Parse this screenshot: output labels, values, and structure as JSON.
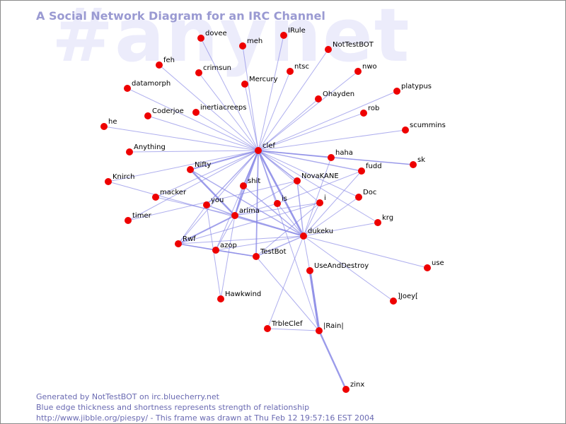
{
  "watermark": "#anynet",
  "title": "A Social Network Diagram for an IRC Channel",
  "footer": {
    "line1": "Generated by NotTestBOT on irc.bluecherry.net",
    "line2": "Blue edge thickness and shortness represents strength of relationship",
    "line3": "http://www.jibble.org/piespy/ - This frame was drawn at Thu Feb 12 19:57:16 EST 2004"
  },
  "colors": {
    "node": "#ee0000",
    "edge": "#8888e6",
    "title": "#9a9ad2",
    "footer": "#6a6ab2",
    "watermark": "#ececfb"
  },
  "nodes": [
    {
      "id": "dovee",
      "label": "dovee"
    },
    {
      "id": "meh",
      "label": "meh"
    },
    {
      "id": "iRule",
      "label": "IRule"
    },
    {
      "id": "NotTestBOT",
      "label": "NotTestBOT"
    },
    {
      "id": "feh",
      "label": "feh"
    },
    {
      "id": "crimsun",
      "label": "crimsun"
    },
    {
      "id": "ntsc",
      "label": "ntsc"
    },
    {
      "id": "nwo",
      "label": "nwo"
    },
    {
      "id": "datamorph",
      "label": "datamorph"
    },
    {
      "id": "Mercury",
      "label": "Mercury"
    },
    {
      "id": "platypus",
      "label": "platypus"
    },
    {
      "id": "Ohayden",
      "label": "Ohayden"
    },
    {
      "id": "he",
      "label": "he"
    },
    {
      "id": "Coderjoe",
      "label": "Coderjoe"
    },
    {
      "id": "inertiacreeps",
      "label": "inertiacreeps"
    },
    {
      "id": "rob",
      "label": "rob"
    },
    {
      "id": "scummins",
      "label": "scummins"
    },
    {
      "id": "Anything",
      "label": "Anything"
    },
    {
      "id": "clef",
      "label": "clef"
    },
    {
      "id": "haha",
      "label": "haha"
    },
    {
      "id": "sk",
      "label": "sk"
    },
    {
      "id": "Knirch",
      "label": "Knirch"
    },
    {
      "id": "Nifty",
      "label": "Nifty"
    },
    {
      "id": "fudd",
      "label": "fudd"
    },
    {
      "id": "shit",
      "label": "shit"
    },
    {
      "id": "NovaKANE",
      "label": "NovaKANE"
    },
    {
      "id": "macker",
      "label": "macker"
    },
    {
      "id": "Doc",
      "label": "Doc"
    },
    {
      "id": "you",
      "label": "you"
    },
    {
      "id": "is",
      "label": "is"
    },
    {
      "id": "i",
      "label": "i"
    },
    {
      "id": "timer",
      "label": "timer"
    },
    {
      "id": "arima",
      "label": "arima"
    },
    {
      "id": "krg",
      "label": "krg"
    },
    {
      "id": "Rwf",
      "label": "Rwf"
    },
    {
      "id": "dukeku",
      "label": "dukeku"
    },
    {
      "id": "azop",
      "label": "azop"
    },
    {
      "id": "TestBot",
      "label": "TestBot"
    },
    {
      "id": "use",
      "label": "use"
    },
    {
      "id": "UseAndDestroy",
      "label": "UseAndDestroy"
    },
    {
      "id": "Hawkwind",
      "label": "Hawkwind"
    },
    {
      "id": "Joey",
      "label": "]Joey["
    },
    {
      "id": "TrbleClef",
      "label": "TrbleClef"
    },
    {
      "id": "Rain",
      "label": "|Rain|"
    },
    {
      "id": "zinx",
      "label": "zinx"
    }
  ],
  "edges": [
    {
      "a": "clef",
      "b": "dovee",
      "strength": 1
    },
    {
      "a": "clef",
      "b": "meh",
      "strength": 1
    },
    {
      "a": "clef",
      "b": "iRule",
      "strength": 1
    },
    {
      "a": "clef",
      "b": "NotTestBOT",
      "strength": 1
    },
    {
      "a": "clef",
      "b": "feh",
      "strength": 1
    },
    {
      "a": "clef",
      "b": "crimsun",
      "strength": 1
    },
    {
      "a": "clef",
      "b": "ntsc",
      "strength": 1
    },
    {
      "a": "clef",
      "b": "nwo",
      "strength": 1
    },
    {
      "a": "clef",
      "b": "datamorph",
      "strength": 1
    },
    {
      "a": "clef",
      "b": "Mercury",
      "strength": 1
    },
    {
      "a": "clef",
      "b": "platypus",
      "strength": 1
    },
    {
      "a": "clef",
      "b": "Ohayden",
      "strength": 1
    },
    {
      "a": "clef",
      "b": "he",
      "strength": 1
    },
    {
      "a": "clef",
      "b": "Coderjoe",
      "strength": 1
    },
    {
      "a": "clef",
      "b": "inertiacreeps",
      "strength": 1
    },
    {
      "a": "clef",
      "b": "rob",
      "strength": 1
    },
    {
      "a": "clef",
      "b": "scummins",
      "strength": 1
    },
    {
      "a": "clef",
      "b": "Anything",
      "strength": 1
    },
    {
      "a": "clef",
      "b": "haha",
      "strength": 1.6
    },
    {
      "a": "clef",
      "b": "sk",
      "strength": 1.4
    },
    {
      "a": "clef",
      "b": "Knirch",
      "strength": 1
    },
    {
      "a": "clef",
      "b": "Nifty",
      "strength": 2
    },
    {
      "a": "clef",
      "b": "fudd",
      "strength": 1.4
    },
    {
      "a": "clef",
      "b": "shit",
      "strength": 1.8
    },
    {
      "a": "clef",
      "b": "NovaKANE",
      "strength": 1.6
    },
    {
      "a": "clef",
      "b": "macker",
      "strength": 1
    },
    {
      "a": "clef",
      "b": "Doc",
      "strength": 1
    },
    {
      "a": "clef",
      "b": "you",
      "strength": 1.4
    },
    {
      "a": "clef",
      "b": "is",
      "strength": 1.4
    },
    {
      "a": "clef",
      "b": "i",
      "strength": 1
    },
    {
      "a": "clef",
      "b": "timer",
      "strength": 1
    },
    {
      "a": "clef",
      "b": "arima",
      "strength": 2.2
    },
    {
      "a": "clef",
      "b": "krg",
      "strength": 1
    },
    {
      "a": "clef",
      "b": "Rwf",
      "strength": 1
    },
    {
      "a": "clef",
      "b": "dukeku",
      "strength": 2.6
    },
    {
      "a": "clef",
      "b": "TestBot",
      "strength": 1.8
    },
    {
      "a": "clef",
      "b": "Rain",
      "strength": 1
    },
    {
      "a": "clef",
      "b": "azop",
      "strength": 1
    },
    {
      "a": "Nifty",
      "b": "arima",
      "strength": 2.4
    },
    {
      "a": "Nifty",
      "b": "dukeku",
      "strength": 1.4
    },
    {
      "a": "arima",
      "b": "dukeku",
      "strength": 2
    },
    {
      "a": "arima",
      "b": "Rwf",
      "strength": 2
    },
    {
      "a": "arima",
      "b": "you",
      "strength": 1.4
    },
    {
      "a": "arima",
      "b": "is",
      "strength": 1
    },
    {
      "a": "arima",
      "b": "i",
      "strength": 1
    },
    {
      "a": "arima",
      "b": "NovaKANE",
      "strength": 1
    },
    {
      "a": "arima",
      "b": "shit",
      "strength": 1.4
    },
    {
      "a": "arima",
      "b": "macker",
      "strength": 1
    },
    {
      "a": "arima",
      "b": "Hawkwind",
      "strength": 1
    },
    {
      "a": "arima",
      "b": "azop",
      "strength": 1
    },
    {
      "a": "dukeku",
      "b": "haha",
      "strength": 1
    },
    {
      "a": "dukeku",
      "b": "fudd",
      "strength": 1
    },
    {
      "a": "dukeku",
      "b": "Doc",
      "strength": 1
    },
    {
      "a": "dukeku",
      "b": "krg",
      "strength": 1
    },
    {
      "a": "dukeku",
      "b": "use",
      "strength": 1
    },
    {
      "a": "dukeku",
      "b": "Joey",
      "strength": 1
    },
    {
      "a": "dukeku",
      "b": "UseAndDestroy",
      "strength": 1
    },
    {
      "a": "dukeku",
      "b": "TestBot",
      "strength": 1.4
    },
    {
      "a": "dukeku",
      "b": "NovaKANE",
      "strength": 1.4
    },
    {
      "a": "dukeku",
      "b": "shit",
      "strength": 1.4
    },
    {
      "a": "dukeku",
      "b": "is",
      "strength": 1
    },
    {
      "a": "dukeku",
      "b": "i",
      "strength": 1
    },
    {
      "a": "dukeku",
      "b": "azop",
      "strength": 1
    },
    {
      "a": "dukeku",
      "b": "TrbleClef",
      "strength": 1
    },
    {
      "a": "dukeku",
      "b": "Rwf",
      "strength": 1
    },
    {
      "a": "dukeku",
      "b": "Knirch",
      "strength": 1
    },
    {
      "a": "Rwf",
      "b": "TestBot",
      "strength": 1.4
    },
    {
      "a": "Rwf",
      "b": "azop",
      "strength": 1.4
    },
    {
      "a": "azop",
      "b": "TestBot",
      "strength": 1.4
    },
    {
      "a": "you",
      "b": "Hawkwind",
      "strength": 1
    },
    {
      "a": "you",
      "b": "Rwf",
      "strength": 1
    },
    {
      "a": "TestBot",
      "b": "Rain",
      "strength": 1
    },
    {
      "a": "TestBot",
      "b": "i",
      "strength": 1
    },
    {
      "a": "Rain",
      "b": "UseAndDestroy",
      "strength": 3
    },
    {
      "a": "Rain",
      "b": "zinx",
      "strength": 2.4
    },
    {
      "a": "Rain",
      "b": "TrbleClef",
      "strength": 1
    },
    {
      "a": "NovaKANE",
      "b": "timer",
      "strength": 1
    },
    {
      "a": "i",
      "b": "Rwf",
      "strength": 1
    },
    {
      "a": "fudd",
      "b": "is",
      "strength": 1
    },
    {
      "a": "haha",
      "b": "sk",
      "strength": 1
    }
  ]
}
